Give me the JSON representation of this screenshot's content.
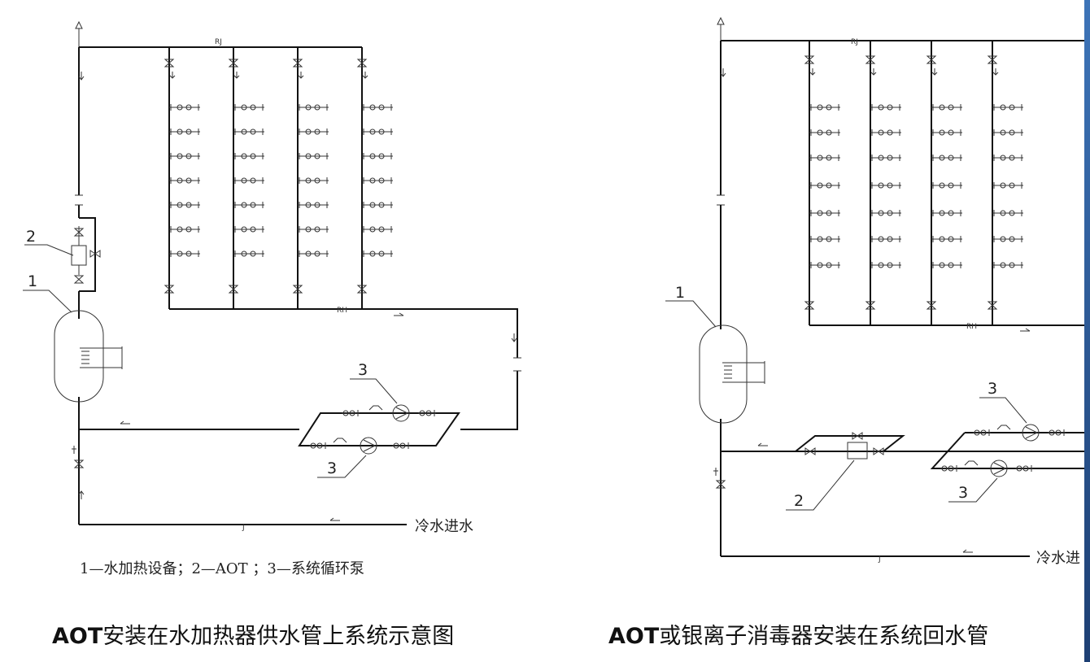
{
  "left_diagram": {
    "pipe_labels": {
      "supply": "RJ",
      "return": "RH",
      "cold": "J"
    },
    "callouts": {
      "heater": "1",
      "aot": "2",
      "pump_top": "3",
      "pump_bottom": "3"
    },
    "inlet_label": "冷水进水",
    "legend": "1—水加热设备；2—AOT ；3—系统循环泵"
  },
  "right_diagram": {
    "pipe_labels": {
      "supply": "RJ",
      "return": "RH",
      "cold": "J"
    },
    "callouts": {
      "heater": "1",
      "aot": "2",
      "pump_top": "3",
      "pump_bottom": "3"
    },
    "inlet_label": "冷水进"
  },
  "captions": {
    "left_bold": "AOT",
    "left_rest": "安装在水加热器供水管上系统示意图",
    "right_bold": "AOT",
    "right_rest": "或银离子消毒器安装在系统回水管"
  },
  "colors": {
    "line": "#111111",
    "accent": "#2f5fa3",
    "background": "#ffffff"
  }
}
